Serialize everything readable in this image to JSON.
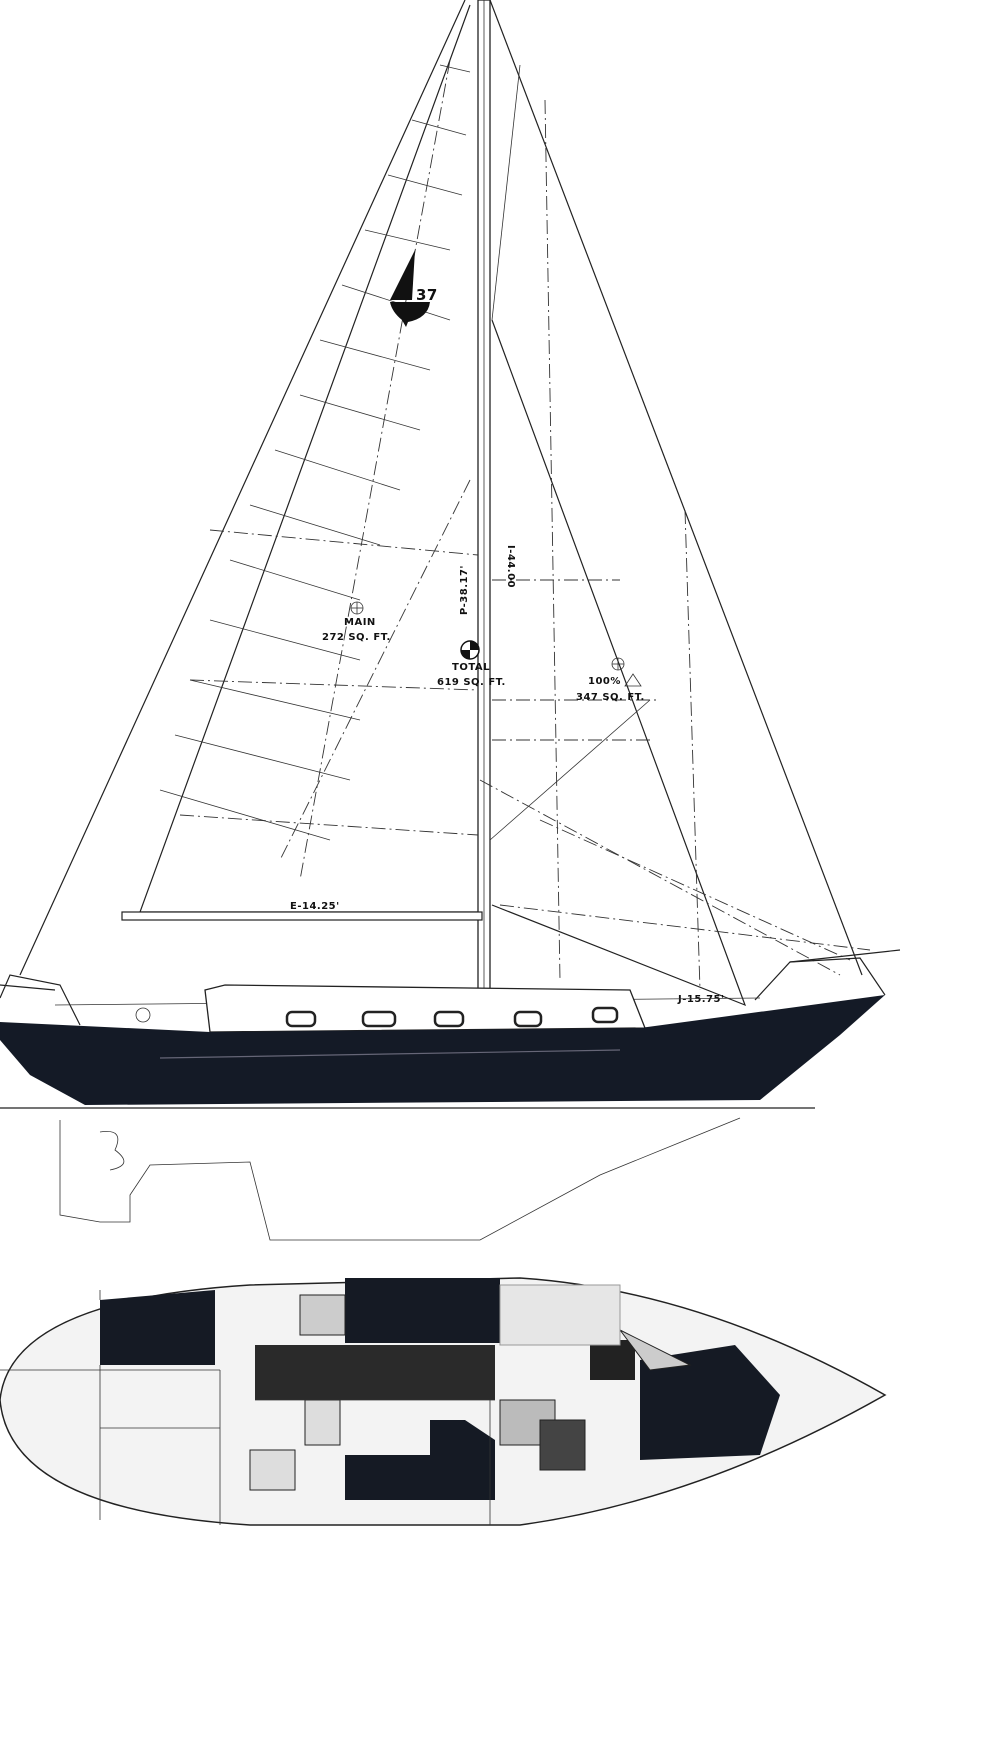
{
  "logo": {
    "number": "37"
  },
  "sail_plan": {
    "main": {
      "label": "MAIN",
      "area": "272 SQ. FT."
    },
    "total": {
      "label": "TOTAL",
      "area": "619 SQ. FT."
    },
    "jib": {
      "label": "100%",
      "area": "347 SQ. FT."
    },
    "dimensions": {
      "P": "P-38.17'",
      "I": "I-44.00",
      "E": "E-14.25'",
      "J": "J-15.75'"
    }
  },
  "colors": {
    "ink": "#111111",
    "hull": "#141a26",
    "paper": "#ffffff"
  }
}
